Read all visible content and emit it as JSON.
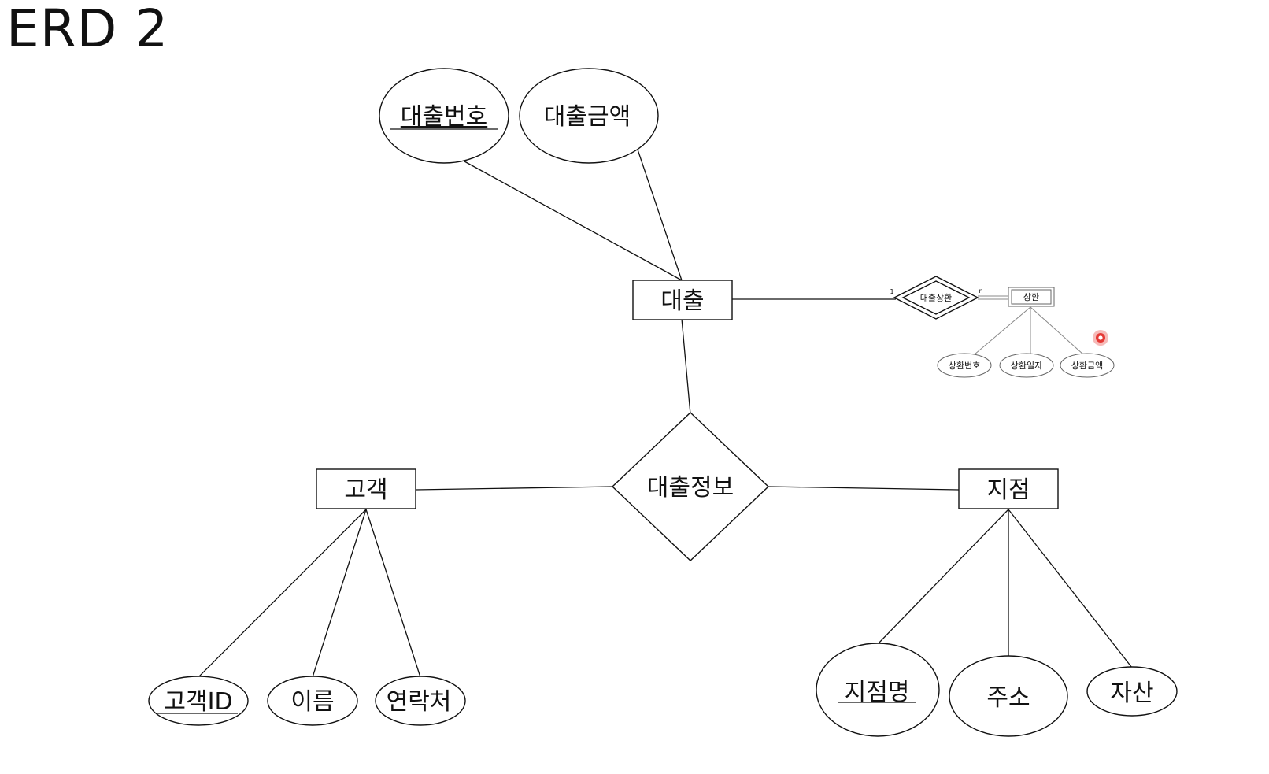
{
  "title": "ERD 2",
  "entities": {
    "loan": "대출",
    "customer": "고객",
    "branch": "지점",
    "repayment": "상환"
  },
  "relationships": {
    "loan_info": "대출정보",
    "loan_repayment": "대출상환"
  },
  "attributes": {
    "loan_number": "대출번호",
    "loan_amount": "대출금액",
    "customer_id": "고객ID",
    "name": "이름",
    "contact": "연락처",
    "branch_name": "지점명",
    "address": "주소",
    "assets": "자산",
    "repayment_number": "상환번호",
    "repayment_date": "상환일자",
    "repayment_amount": "상환금액"
  },
  "cardinality": {
    "loan_side": "1",
    "repayment_side": "n"
  },
  "colors": {
    "stroke": "#111111",
    "cursor_marker": "#e53935"
  }
}
